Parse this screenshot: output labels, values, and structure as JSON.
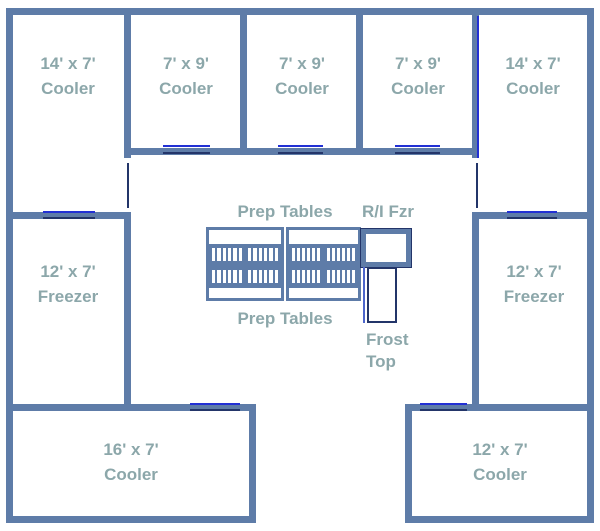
{
  "palette": {
    "background": "#ffffff",
    "wall": "#5e7ca8",
    "door_blue": "#2230d4",
    "navy_line": "#233569",
    "label_text": "#8ca7aa",
    "frost_accent": "#4d66cc"
  },
  "rooms": {
    "cooler_top_left": {
      "size": "14' x 7'",
      "type": "Cooler"
    },
    "cooler_top_1": {
      "size": "7' x 9'",
      "type": "Cooler"
    },
    "cooler_top_2": {
      "size": "7' x 9'",
      "type": "Cooler"
    },
    "cooler_top_3": {
      "size": "7' x 9'",
      "type": "Cooler"
    },
    "cooler_top_right": {
      "size": "14' x 7'",
      "type": "Cooler"
    },
    "freezer_left": {
      "size": "12' x 7'",
      "type": "Freezer"
    },
    "freezer_right": {
      "size": "12' x 7'",
      "type": "Freezer"
    },
    "cooler_bottom_left": {
      "size": "16' x 7'",
      "type": "Cooler"
    },
    "cooler_bottom_right": {
      "size": "12' x 7'",
      "type": "Cooler"
    }
  },
  "equipment": {
    "prep_tables_top": "Prep Tables",
    "prep_tables_bottom": "Prep Tables",
    "reach_in_freezer": "R/I Fzr",
    "frost_top": "Frost Top"
  }
}
